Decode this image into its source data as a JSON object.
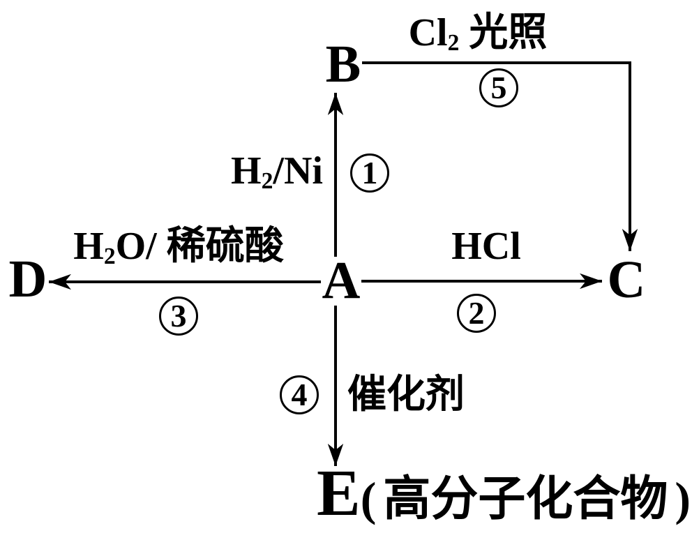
{
  "diagram": {
    "background": "#ffffff",
    "ink": "#000000",
    "nodes": {
      "a": "A",
      "b": "B",
      "c": "C",
      "d": "D",
      "e_letter": "E",
      "e_paren_open": "(",
      "e_description": "高分子化合物",
      "e_paren_close": ")"
    },
    "reactions": {
      "a_to_b": {
        "reagent_main": "H",
        "reagent_sub": "2",
        "reagent_rest": "/Ni",
        "step": "1"
      },
      "a_to_c": {
        "reagent": "HCl",
        "step": "2"
      },
      "a_to_d": {
        "reagent_main": "H",
        "reagent_sub": "2",
        "reagent_rest": "O/ 稀硫酸",
        "step": "3"
      },
      "a_to_e": {
        "reagent": "催化剂",
        "step": "4"
      },
      "b_to_c": {
        "reagent_main": "Cl",
        "reagent_sub": "2",
        "reagent_rest": " 光照",
        "step": "5"
      }
    }
  }
}
